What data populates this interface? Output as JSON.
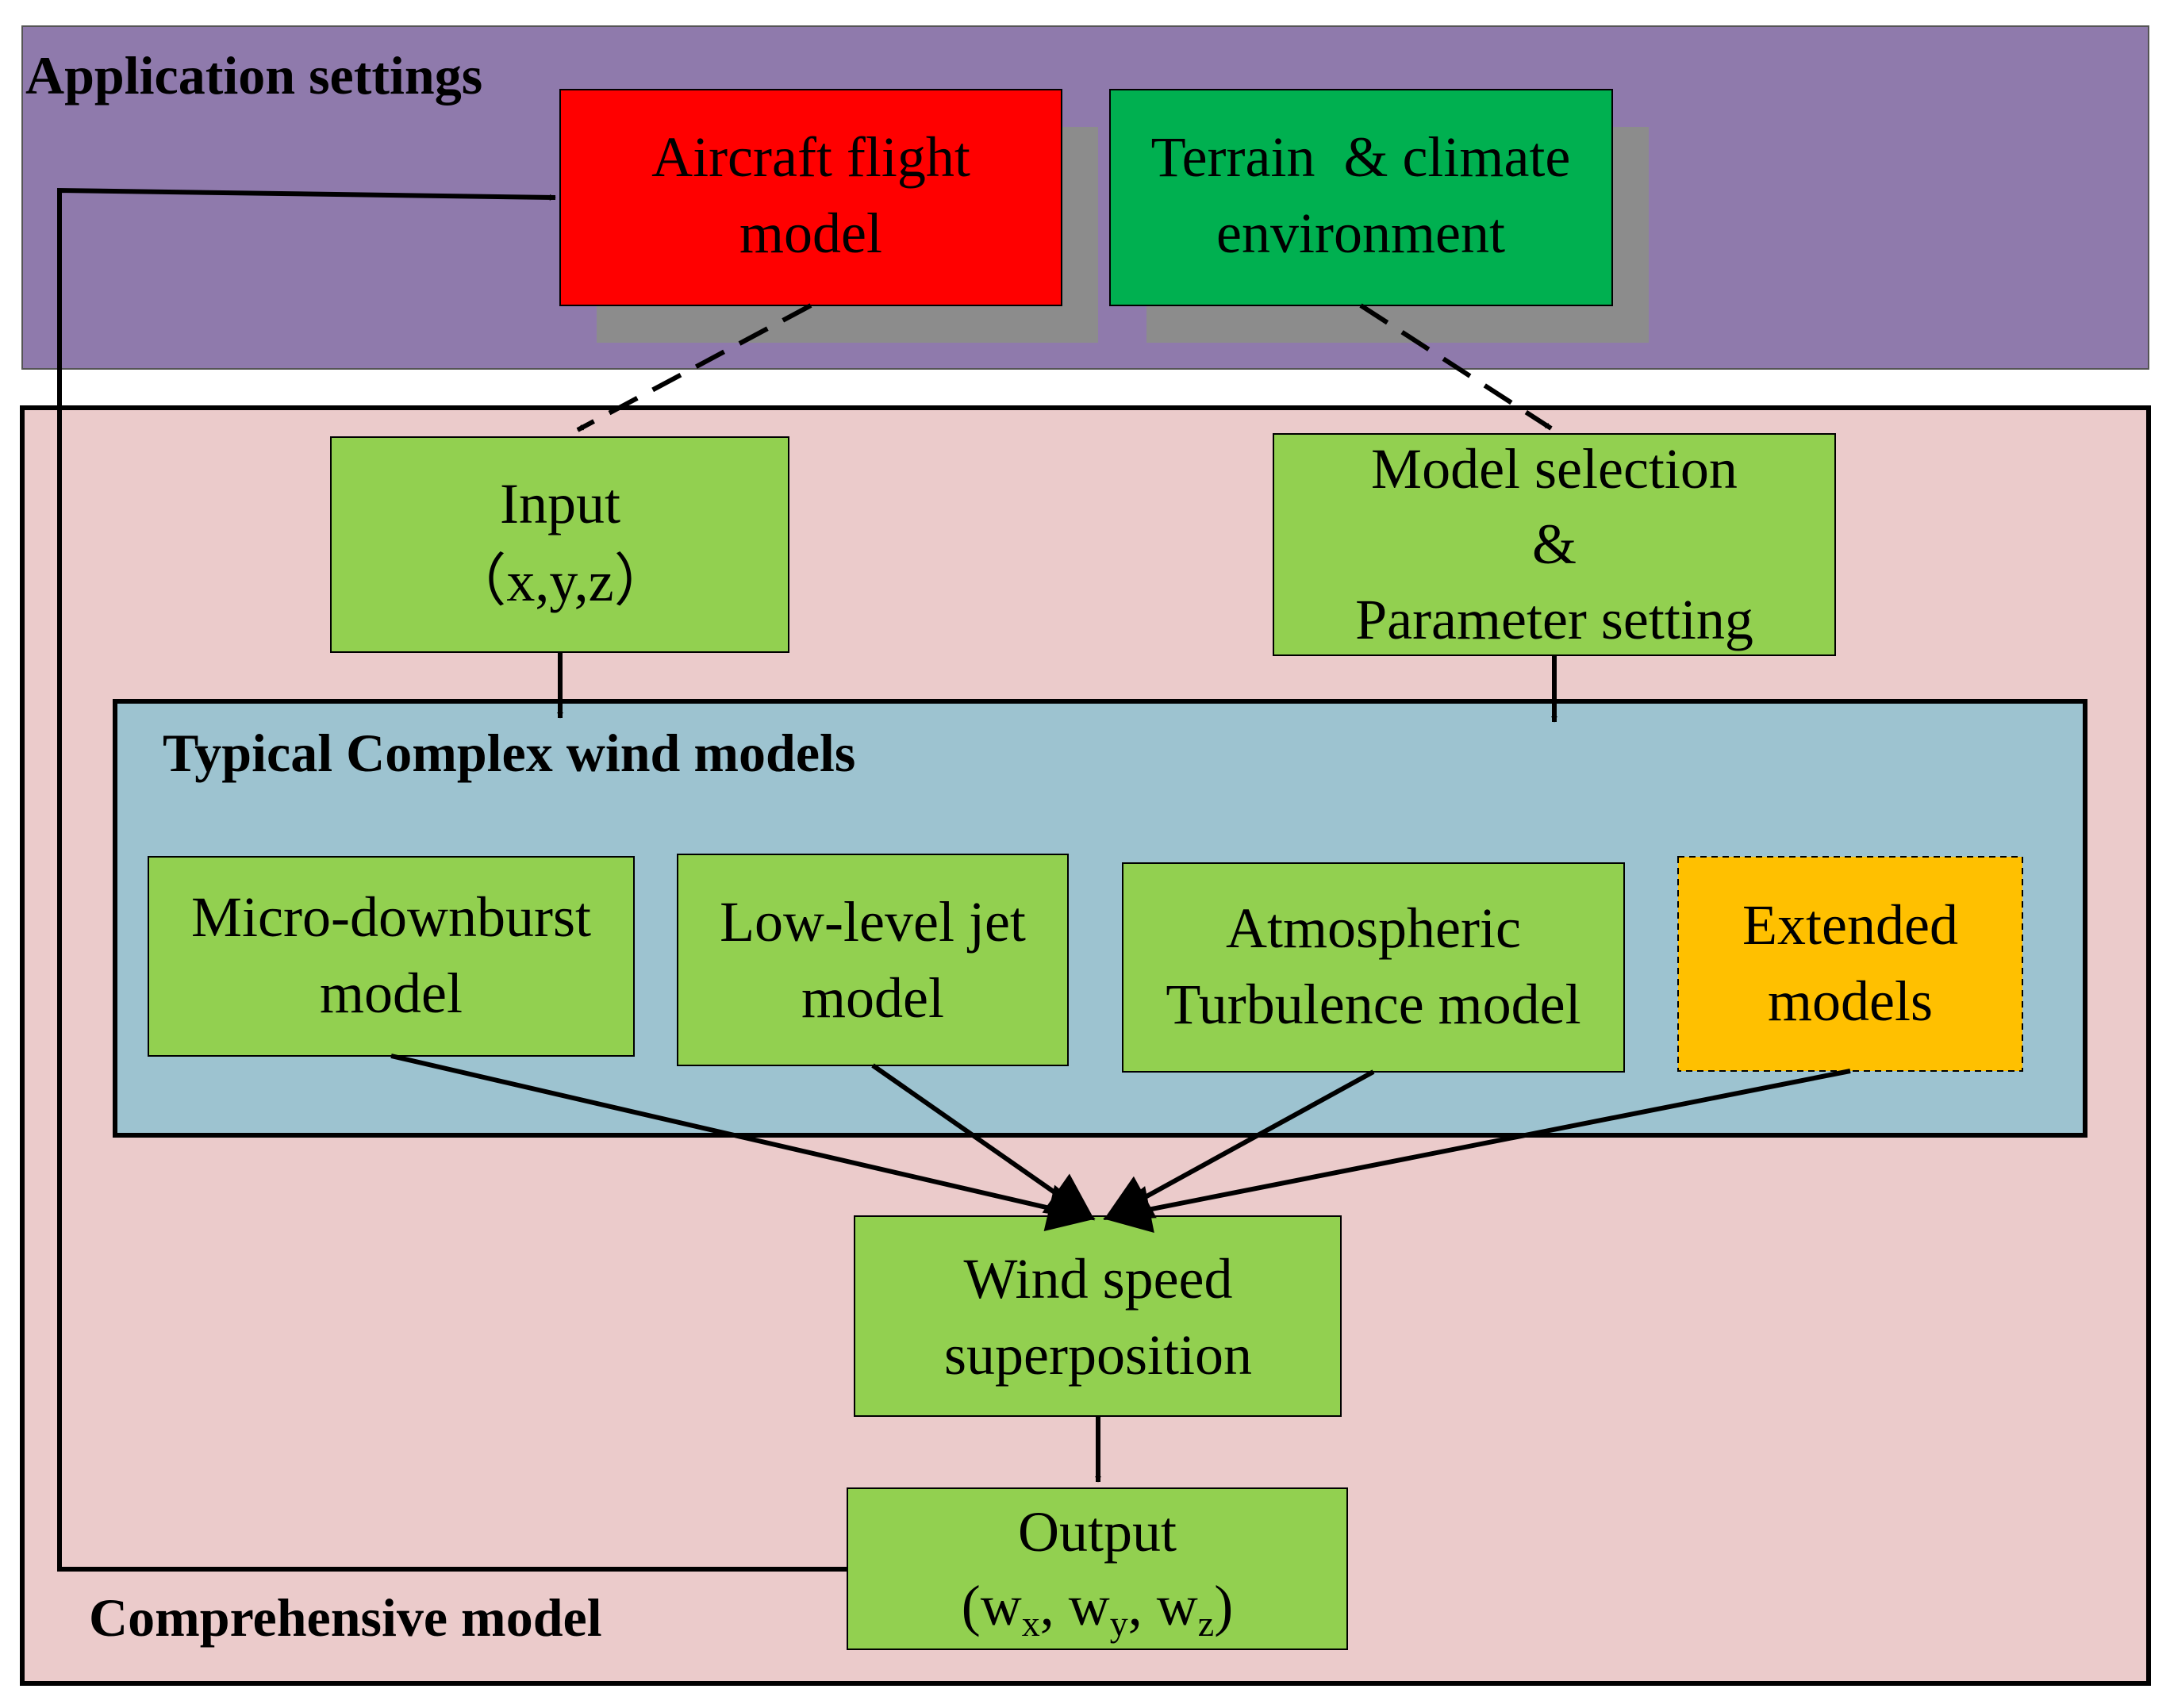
{
  "panels": {
    "application": {
      "title": "Application settings",
      "color": "#8f7aac"
    },
    "comprehensive": {
      "title": "Comprehensive model",
      "color": "#ebcbcb"
    },
    "wind_models": {
      "title": "Typical Complex wind models",
      "color": "#9dc3d0"
    }
  },
  "nodes": {
    "aircraft": {
      "line1": "Aircraft flight",
      "line2": "model",
      "color": "#ff0000"
    },
    "terrain": {
      "line1": "Terrain  & climate",
      "line2": "environment",
      "color": "#00b050"
    },
    "input": {
      "line1": "Input",
      "line2": "（x,y,z）"
    },
    "model_selection": {
      "line1": "Model selection",
      "line2": "&",
      "line3": "Parameter setting"
    },
    "micro": {
      "line1": "Micro-downburst",
      "line2": "model"
    },
    "lowlevel": {
      "line1": "Low-level jet",
      "line2": "model"
    },
    "atmospheric": {
      "line1": "Atmospheric",
      "line2": "Turbulence model"
    },
    "extended": {
      "line1": "Extended",
      "line2": "models",
      "color": "#ffc000"
    },
    "wind_speed": {
      "line1": "Wind speed",
      "line2": "superposition"
    },
    "output": {
      "line1": "Output",
      "open": "(w",
      "sub_x": "x",
      "sep1": ", w",
      "sub_y": "y",
      "sep2": ", w",
      "sub_z": "z",
      "close": ")"
    }
  },
  "colors": {
    "green_box": "#92d050",
    "shadow": "#8c8c8c"
  }
}
